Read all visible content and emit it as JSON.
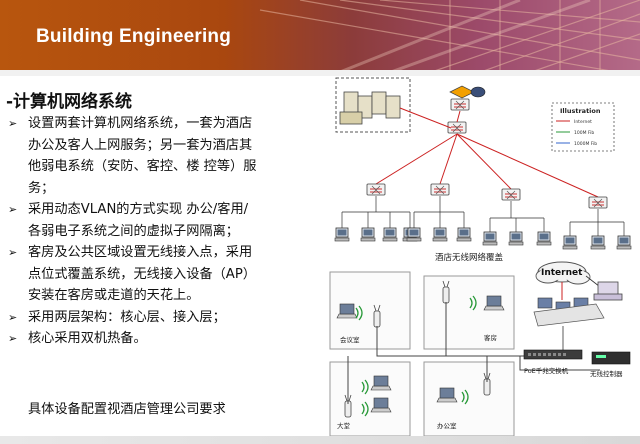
{
  "header": {
    "title": "Building Engineering"
  },
  "section": {
    "title": "-计算机网络系统"
  },
  "bullets": [
    [
      "设置两套计算机网络系统，一套为酒店",
      "办公及客人上网服务；另一套为酒店其",
      "他弱电系统（安防、客控、楼 控等）服",
      "务；"
    ],
    [
      "采用动态VLAN的方式实现  办公/客用/",
      "各弱电子系统之间的虚拟子网隔离；"
    ],
    [
      "客房及公共区域设置无线接入点，采用",
      "点位式覆盖系统，无线接入设备（AP）",
      "安装在客房或走道的天花上。"
    ],
    [
      "采用两层架构：核心层、接入层；"
    ],
    [
      "核心采用双机热备。"
    ]
  ],
  "footnote": "具体设备配置视酒店管理公司要求",
  "diagram_top": {
    "caption": "酒店无线网络覆盖",
    "legend_title": "Illustration",
    "legend_items": [
      "Internet",
      "100M Fib",
      "1000M Fib"
    ]
  },
  "diagram_bottom": {
    "internet_label": "Internet",
    "rooms": [
      "会议室",
      "客房",
      "大堂",
      "办公室"
    ],
    "poe_switch_label": "PoE千兆交换机",
    "wireless_controller_label": "无线控制器"
  },
  "colors": {
    "banner_orange": "#b8560e",
    "link_red": "#cc2222",
    "cable_gray": "#444444"
  }
}
